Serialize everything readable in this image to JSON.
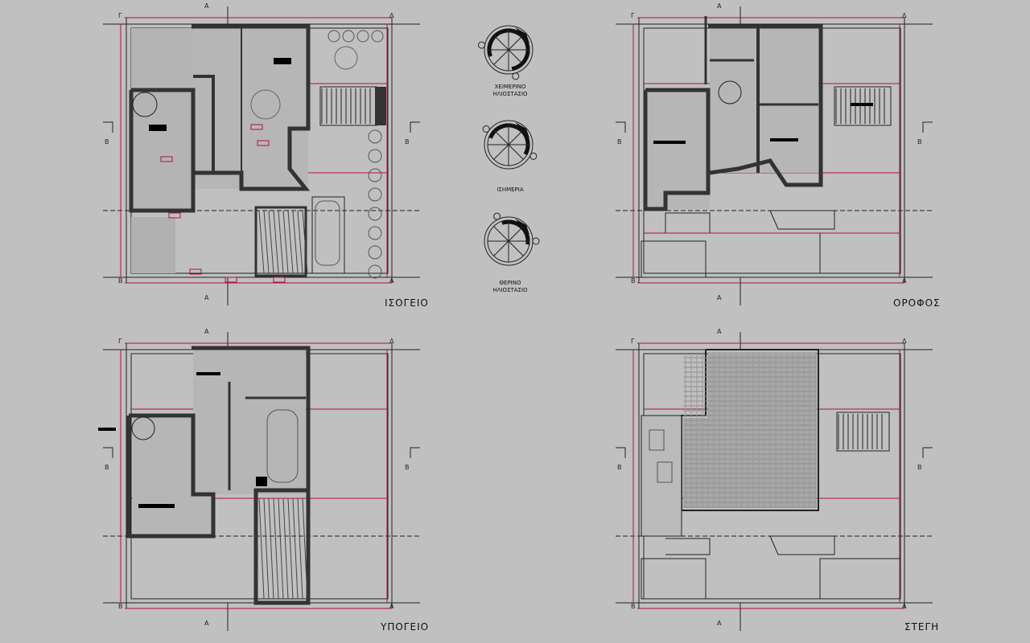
{
  "plans": [
    {
      "title": "ΙΣΟΓΕΙΟ"
    },
    {
      "title": "ΟΡΟΦΟΣ"
    },
    {
      "title": "ΥΠΟΓΕΙΟ"
    },
    {
      "title": "ΣΤΕΓΗ"
    }
  ],
  "sun_diagrams": [
    {
      "label_line1": "ΧΕΙΜΕΡΙΝΟ",
      "label_line2": "ΗΛΙΟΣΤΑΣΙΟ"
    },
    {
      "label_line1": "ΙΣΗΜΕΡΙΑ",
      "label_line2": ""
    },
    {
      "label_line1": "ΘΕΡΙΝΟ",
      "label_line2": "ΗΛΙΟΣΤΑΣΙΟ"
    }
  ],
  "section_markers": {
    "a": "Α",
    "b": "Β",
    "g": "Γ",
    "d": "Δ"
  },
  "colors": {
    "background": "#c0c0c0",
    "dimension": "#b0103c",
    "wall": "#333333",
    "line": "#222222",
    "fill": "#a8a8a8"
  }
}
